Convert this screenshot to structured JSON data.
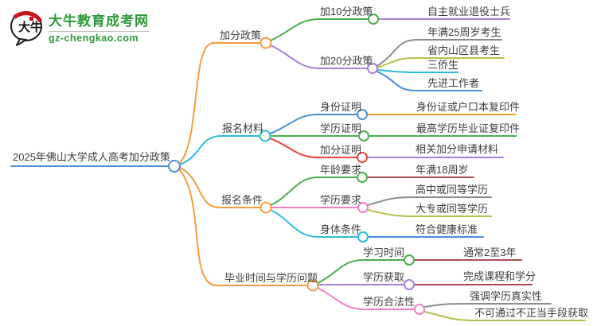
{
  "logo": {
    "icon_text": "大牛",
    "title": "大牛教育成考网",
    "domain": "gz-chengkao.com"
  },
  "colors": {
    "blue": "#4a90d6",
    "cyan": "#2fbcd9",
    "orange": "#f79b3f",
    "green": "#4cae51",
    "purple": "#a77fd9",
    "gray": "#8c8c8c",
    "olive": "#b8bf4c",
    "red": "#e8463e",
    "maroon": "#ab4e4e",
    "pink": "#f07fc6",
    "logo_green": "#2e9939",
    "logo_red": "#c8151d",
    "text": "#3d3d3d"
  },
  "mindmap": {
    "root": {
      "label": "2025年佛山大学成人高考加分政策"
    },
    "branches": [
      {
        "label": "加分政策",
        "children": [
          {
            "label": "加10分政策",
            "children": [
              {
                "label": "自主就业退役士兵"
              }
            ]
          },
          {
            "label": "加20分政策",
            "children": [
              {
                "label": "年满25周岁考生"
              },
              {
                "label": "省内山区县考生"
              },
              {
                "label": "三侨生"
              },
              {
                "label": "先进工作者"
              }
            ]
          }
        ]
      },
      {
        "label": "报名材料",
        "children": [
          {
            "label": "身份证明",
            "children": [
              {
                "label": "身份证或户口本复印件"
              }
            ]
          },
          {
            "label": "学历证明",
            "children": [
              {
                "label": "最高学历毕业证复印件"
              }
            ]
          },
          {
            "label": "加分证明",
            "children": [
              {
                "label": "相关加分申请材料"
              }
            ]
          }
        ]
      },
      {
        "label": "报名条件",
        "children": [
          {
            "label": "年龄要求",
            "children": [
              {
                "label": "年满18周岁"
              }
            ]
          },
          {
            "label": "学历要求",
            "children": [
              {
                "label": "高中或同等学历"
              },
              {
                "label": "大专或同等学历"
              }
            ]
          },
          {
            "label": "身体条件",
            "children": [
              {
                "label": "符合健康标准"
              }
            ]
          }
        ]
      },
      {
        "label": "毕业时间与学历问题",
        "children": [
          {
            "label": "学习时间",
            "children": [
              {
                "label": "通常2至3年"
              }
            ]
          },
          {
            "label": "学历获取",
            "children": [
              {
                "label": "完成课程和学分"
              }
            ]
          },
          {
            "label": "学历合法性",
            "children": [
              {
                "label": "强调学历真实性"
              },
              {
                "label": "不可通过不正当手段获取"
              }
            ]
          }
        ]
      }
    ]
  }
}
